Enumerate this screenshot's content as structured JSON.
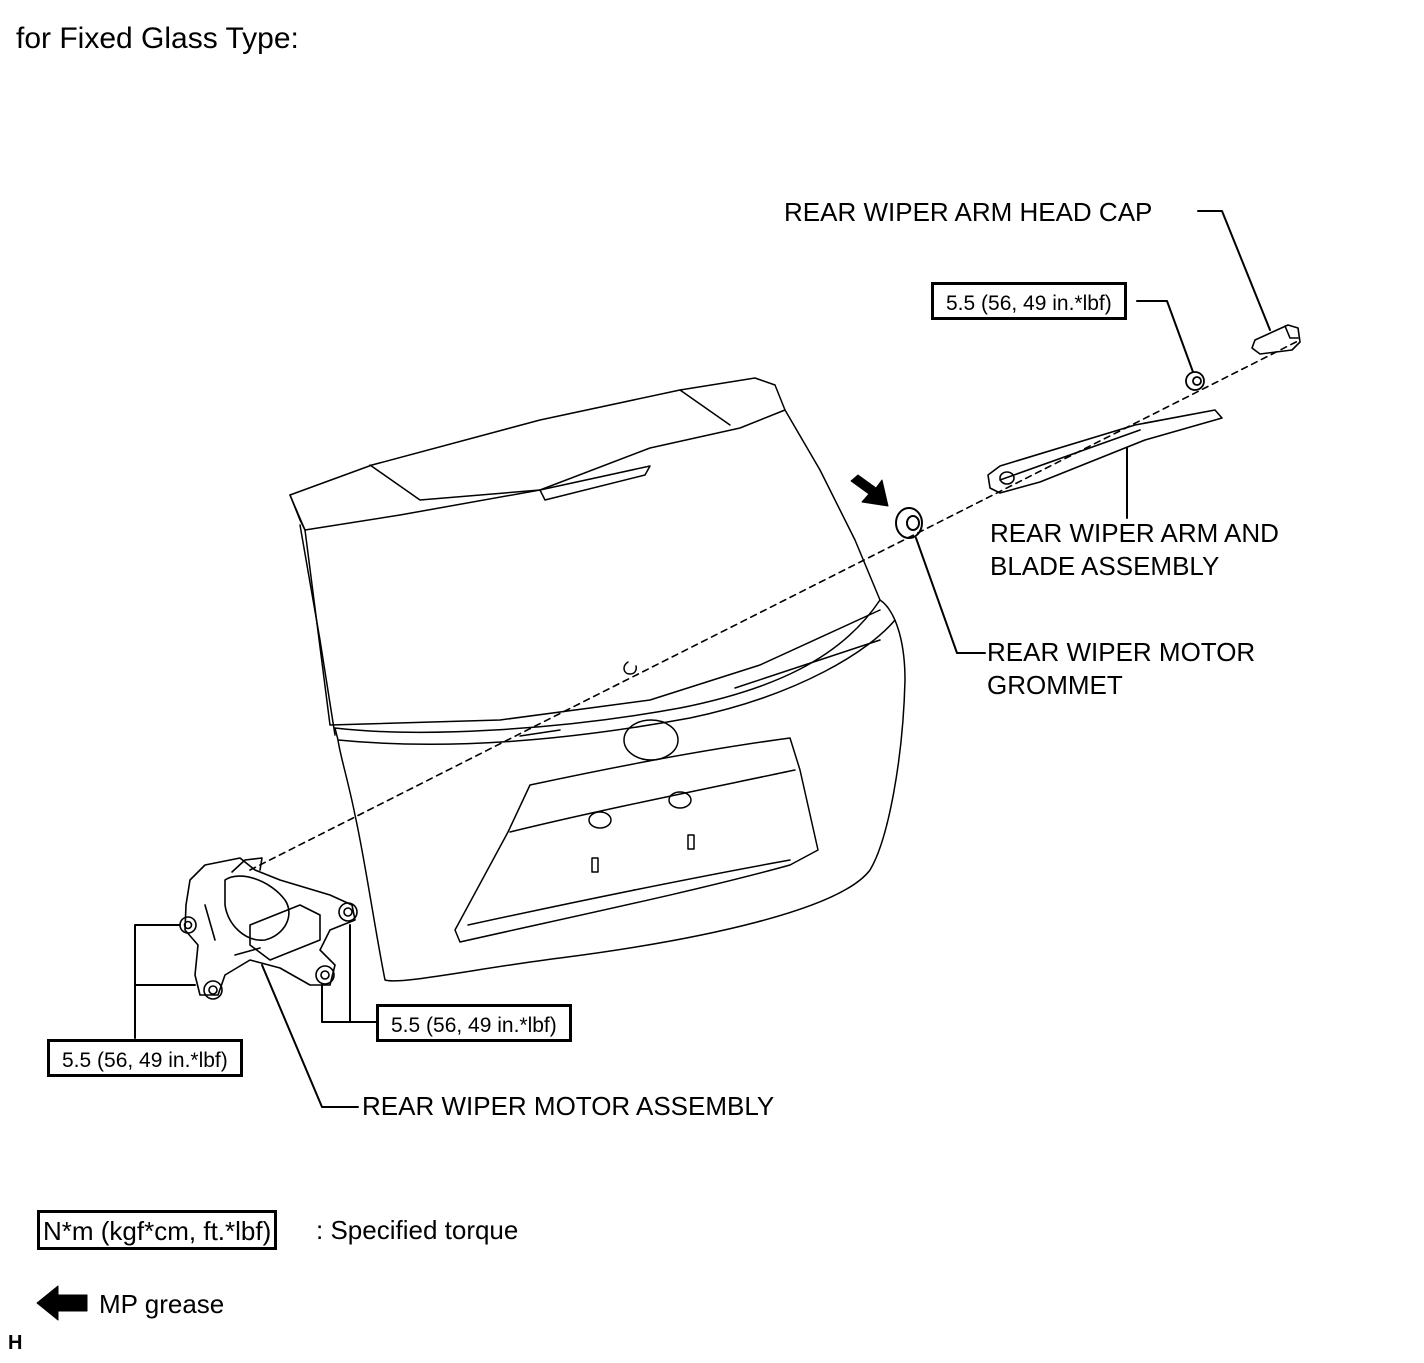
{
  "title": "for Fixed Glass Type:",
  "labels": {
    "head_cap": "REAR WIPER ARM HEAD CAP",
    "arm_blade_line1": "REAR WIPER ARM AND",
    "arm_blade_line2": "BLADE ASSEMBLY",
    "grommet_line1": "REAR WIPER MOTOR",
    "grommet_line2": "GROMMET",
    "motor_assembly": "REAR WIPER MOTOR ASSEMBLY"
  },
  "torque": {
    "arm_nut": "5.5 (56, 49 in.*lbf)",
    "motor_right": "5.5 (56, 49 in.*lbf)",
    "motor_left": "5.5 (56, 49 in.*lbf)"
  },
  "legend": {
    "torque_unit": "N*m (kgf*cm, ft.*lbf)",
    "torque_desc": ": Specified torque",
    "grease_desc": "MP grease"
  },
  "corner_mark": "H",
  "icons": {
    "grease_arrow": "arrow-left-filled-icon",
    "grease_point_arrow": "arrow-down-right-filled-icon"
  }
}
